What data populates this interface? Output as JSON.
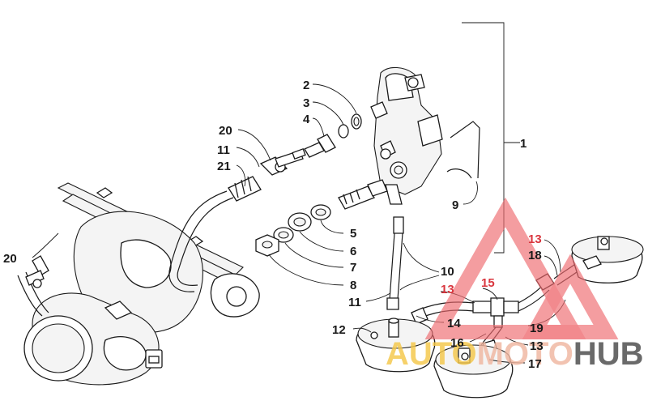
{
  "callouts": [
    {
      "id": "c1",
      "text": "1"
    },
    {
      "id": "c2",
      "text": "2"
    },
    {
      "id": "c3",
      "text": "3"
    },
    {
      "id": "c4",
      "text": "4"
    },
    {
      "id": "c5",
      "text": "5"
    },
    {
      "id": "c6",
      "text": "6"
    },
    {
      "id": "c7",
      "text": "7"
    },
    {
      "id": "c8",
      "text": "8"
    },
    {
      "id": "c9",
      "text": "9"
    },
    {
      "id": "c10",
      "text": "10"
    },
    {
      "id": "c11a",
      "text": "11"
    },
    {
      "id": "c11b",
      "text": "11"
    },
    {
      "id": "c12",
      "text": "12"
    },
    {
      "id": "c13a",
      "text": "13"
    },
    {
      "id": "c13b",
      "text": "13"
    },
    {
      "id": "c13c",
      "text": "13"
    },
    {
      "id": "c14",
      "text": "14"
    },
    {
      "id": "c15",
      "text": "15"
    },
    {
      "id": "c16",
      "text": "16"
    },
    {
      "id": "c17",
      "text": "17"
    },
    {
      "id": "c18",
      "text": "18"
    },
    {
      "id": "c19",
      "text": "19"
    },
    {
      "id": "c20a",
      "text": "20"
    },
    {
      "id": "c20b",
      "text": "20"
    },
    {
      "id": "c21",
      "text": "21"
    }
  ],
  "watermark": {
    "part1": "AUTO",
    "part2": "MOTO",
    "part3": "HUB",
    "color_triangle": "#ef6a6f",
    "color_auto": "#f5c84a",
    "color_moto": "#f0b6a0",
    "color_hub": "#4a4a4a"
  }
}
